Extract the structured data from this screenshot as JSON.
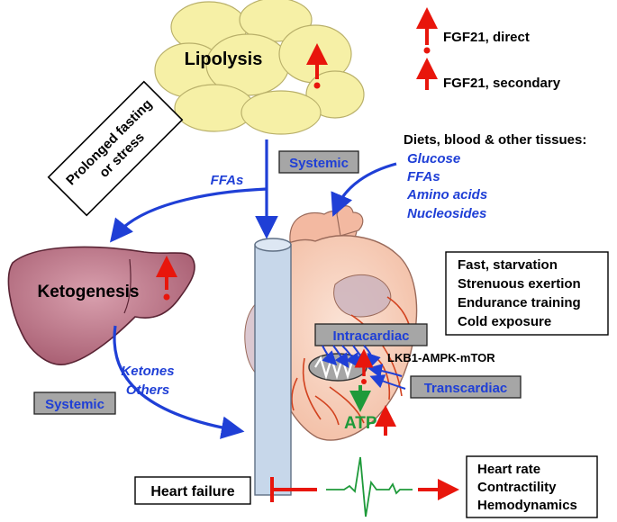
{
  "legend": {
    "direct": "FGF21, direct",
    "secondary": "FGF21, secondary"
  },
  "nodes": {
    "lipolysis": "Lipolysis",
    "prolonged_line1": "Prolonged fasting",
    "prolonged_line2": "or stress",
    "systemic_top": "Systemic",
    "ffas": "FFAs",
    "diets_title": "Diets, blood & other tissues:",
    "diets_items": [
      "Glucose",
      "FFAs",
      "Amino acids",
      "Nucleosides"
    ],
    "ketogenesis": "Ketogenesis",
    "conditions": [
      "Fast, starvation",
      "Strenuous exertion",
      "Endurance training",
      "Cold exposure"
    ],
    "intracardiac": "Intracardiac",
    "lkb1": "LKB1-AMPK-mTOR",
    "transcardiac": "Transcardiac",
    "ketones": "Ketones",
    "others": "Others",
    "systemic_left": "Systemic",
    "atp": "ATP",
    "heart_failure": "Heart failure",
    "outcomes": [
      "Heart rate",
      "Contractility",
      "Hemodynamics"
    ]
  },
  "colors": {
    "red": "#e8160c",
    "blue": "#1f3fd6",
    "green": "#1e9a3a",
    "fat": "#f6f0a6",
    "liver": "#c17d8f",
    "gray_box": "#a6a6a6"
  }
}
